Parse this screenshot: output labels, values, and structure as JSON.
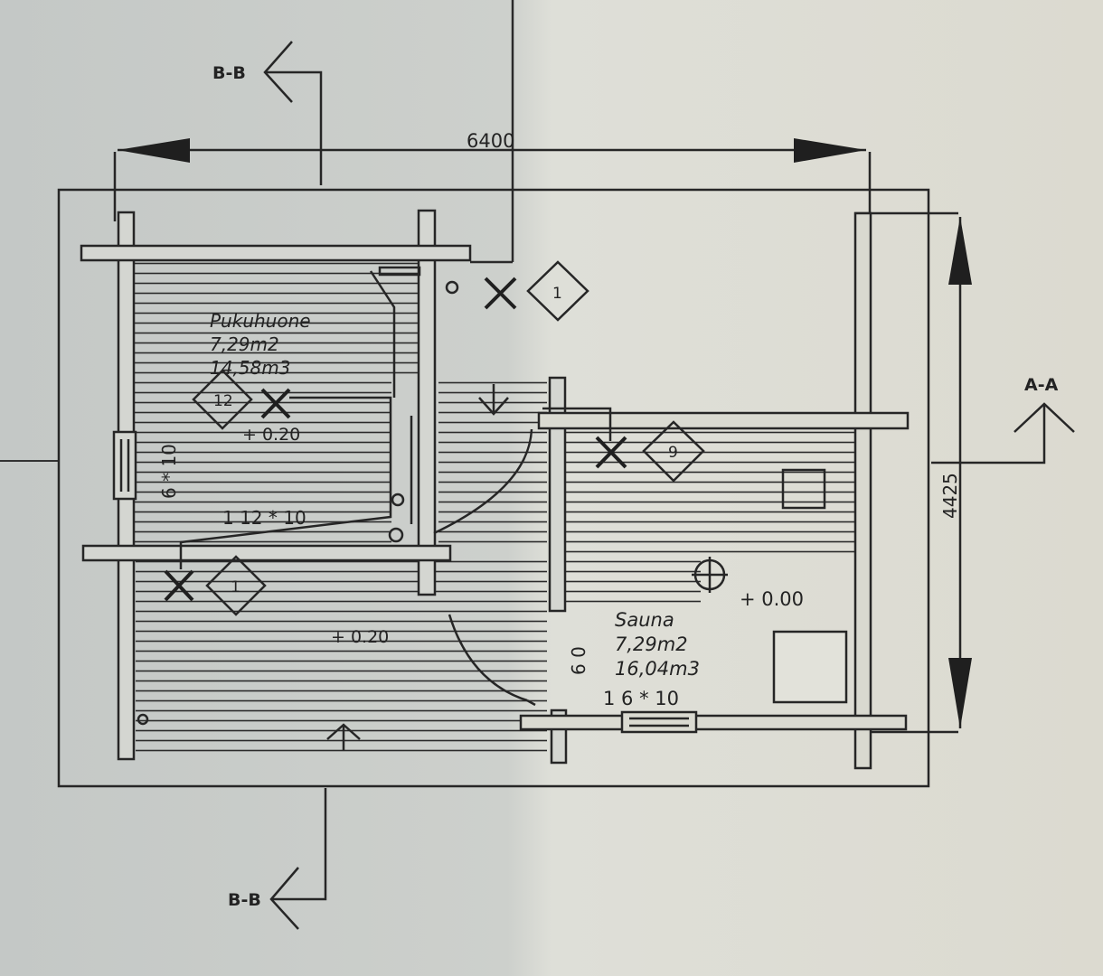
{
  "dimensions": {
    "width": "6400",
    "height": "4425"
  },
  "sections": {
    "aa": "A-A",
    "bb_top": "B-B",
    "bb_bottom": "B-B"
  },
  "rooms": {
    "pukuhuone": {
      "name": "Pukuhuone",
      "area": "7,29m2",
      "volume": "14,58m3"
    },
    "sauna": {
      "name": "Sauna",
      "area": "7,29m2",
      "volume": "16,04m3"
    }
  },
  "tags": {
    "tag_top": "1",
    "tag_left": "12",
    "tag_lower_left": "1",
    "tag_sauna": "9"
  },
  "levels": {
    "pukuhuone_upper": "+ 0.20",
    "pukuhuone_lower": "+ 0.20",
    "sauna": "+ 0.00"
  },
  "openings": {
    "window_left": "6 * 10",
    "door_mid": "1 12 * 10",
    "window_sauna": "6 0",
    "door_sauna": "1 6 * 10"
  },
  "colors": {
    "paper_left": "#c5c9c6",
    "paper_right": "#dddcd3",
    "ink": "#232323"
  }
}
